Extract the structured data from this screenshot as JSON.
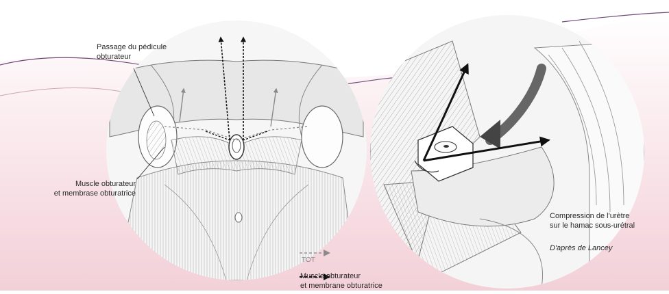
{
  "labels": {
    "pedicule_line1": "Passage du pédicule",
    "pedicule_line2": "obturateur",
    "muscle_left_line1": "Muscle obturateur",
    "muscle_left_line2": "et membrase obturatrice",
    "compression_line1": "Compression de l'urètre",
    "compression_line2": "sur le hamac sous-urétral",
    "credit": "D'après de Lancey"
  },
  "legend": {
    "tot_label": "TOT",
    "tot_color": "#a9a9a9",
    "muscle_line1": "Muscle obturateur",
    "muscle_line2": "et membrane obturatrice",
    "muscle_color": "#111111"
  },
  "colors": {
    "background_pink": "#f6d7dd",
    "curve_purple": "#6f4a78",
    "illustration_bg": "#f3f3f3",
    "line_gray": "#8a8a8a"
  }
}
